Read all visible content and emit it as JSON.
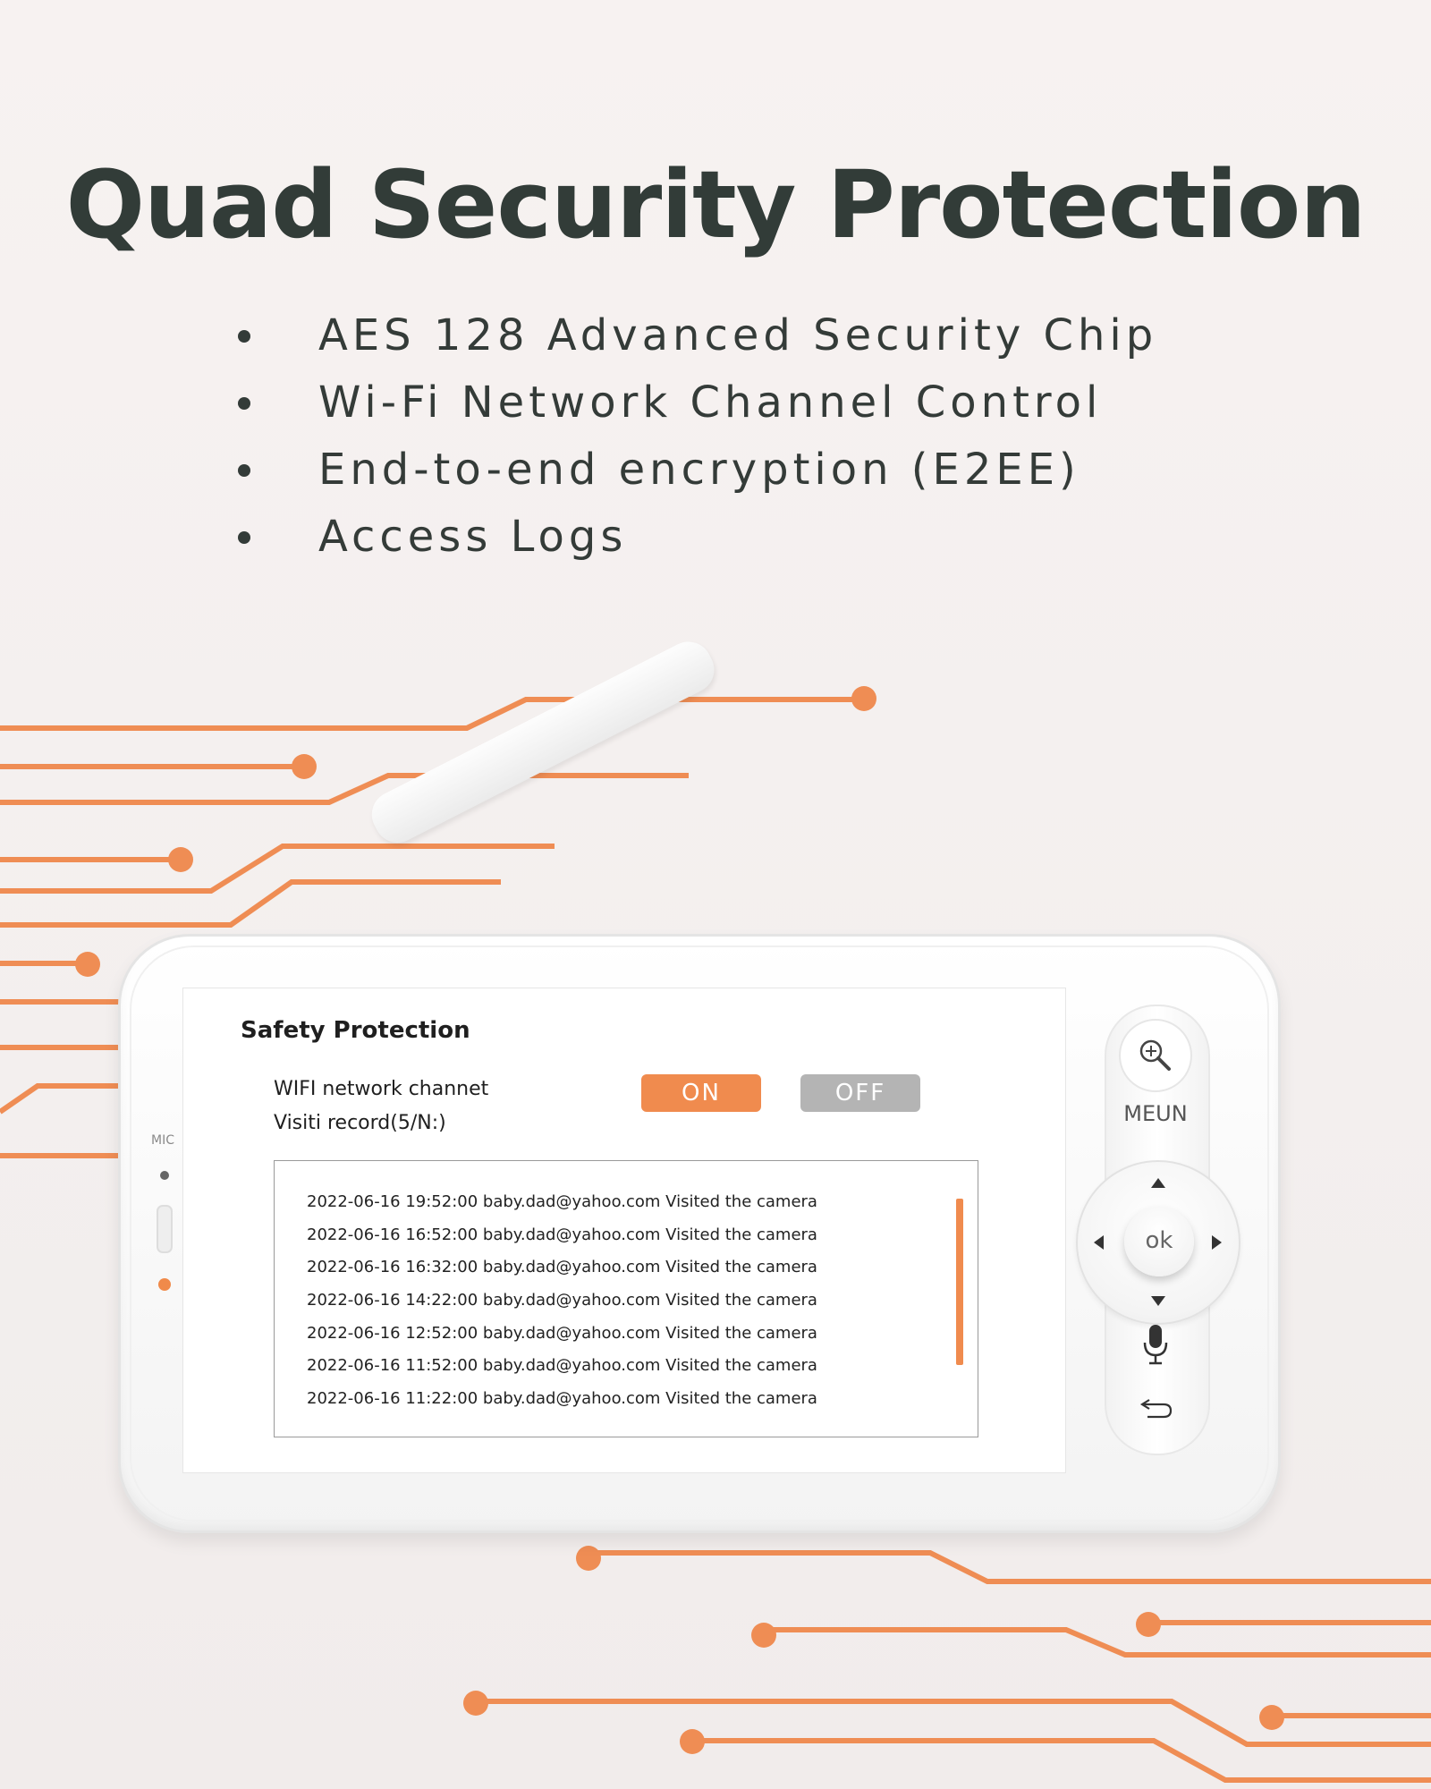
{
  "headline": "Quad Security Protection",
  "features": [
    "AES 128 Advanced Security Chip",
    "Wi-Fi Network Channel Control",
    "End-to-end encryption (E2EE)",
    "Access Logs"
  ],
  "device": {
    "mic_label": "MIC",
    "screen": {
      "title": "Safety Protection",
      "wifi_label": "WIFI network channet",
      "record_label": "Visiti record(5/N:)",
      "on_label": "ON",
      "off_label": "OFF",
      "logs": [
        "2022-06-16 19:52:00 baby.dad@yahoo.com Visited the camera",
        "2022-06-16 16:52:00 baby.dad@yahoo.com Visited the camera",
        "2022-06-16 16:32:00 baby.dad@yahoo.com Visited the camera",
        "2022-06-16 14:22:00 baby.dad@yahoo.com Visited the camera",
        "2022-06-16 12:52:00 baby.dad@yahoo.com Visited the camera",
        "2022-06-16 11:52:00 baby.dad@yahoo.com Visited the camera",
        "2022-06-16 11:22:00 baby.dad@yahoo.com Visited the camera"
      ]
    },
    "controls": {
      "menu_label": "MEUN",
      "ok_label": "ok",
      "zoom_icon": "zoom-in-icon",
      "mic_icon": "microphone-icon",
      "back_icon": "back-icon"
    }
  },
  "colors": {
    "accent": "#f08b4e",
    "headline": "#323c38",
    "off_button": "#b4b4b4"
  }
}
